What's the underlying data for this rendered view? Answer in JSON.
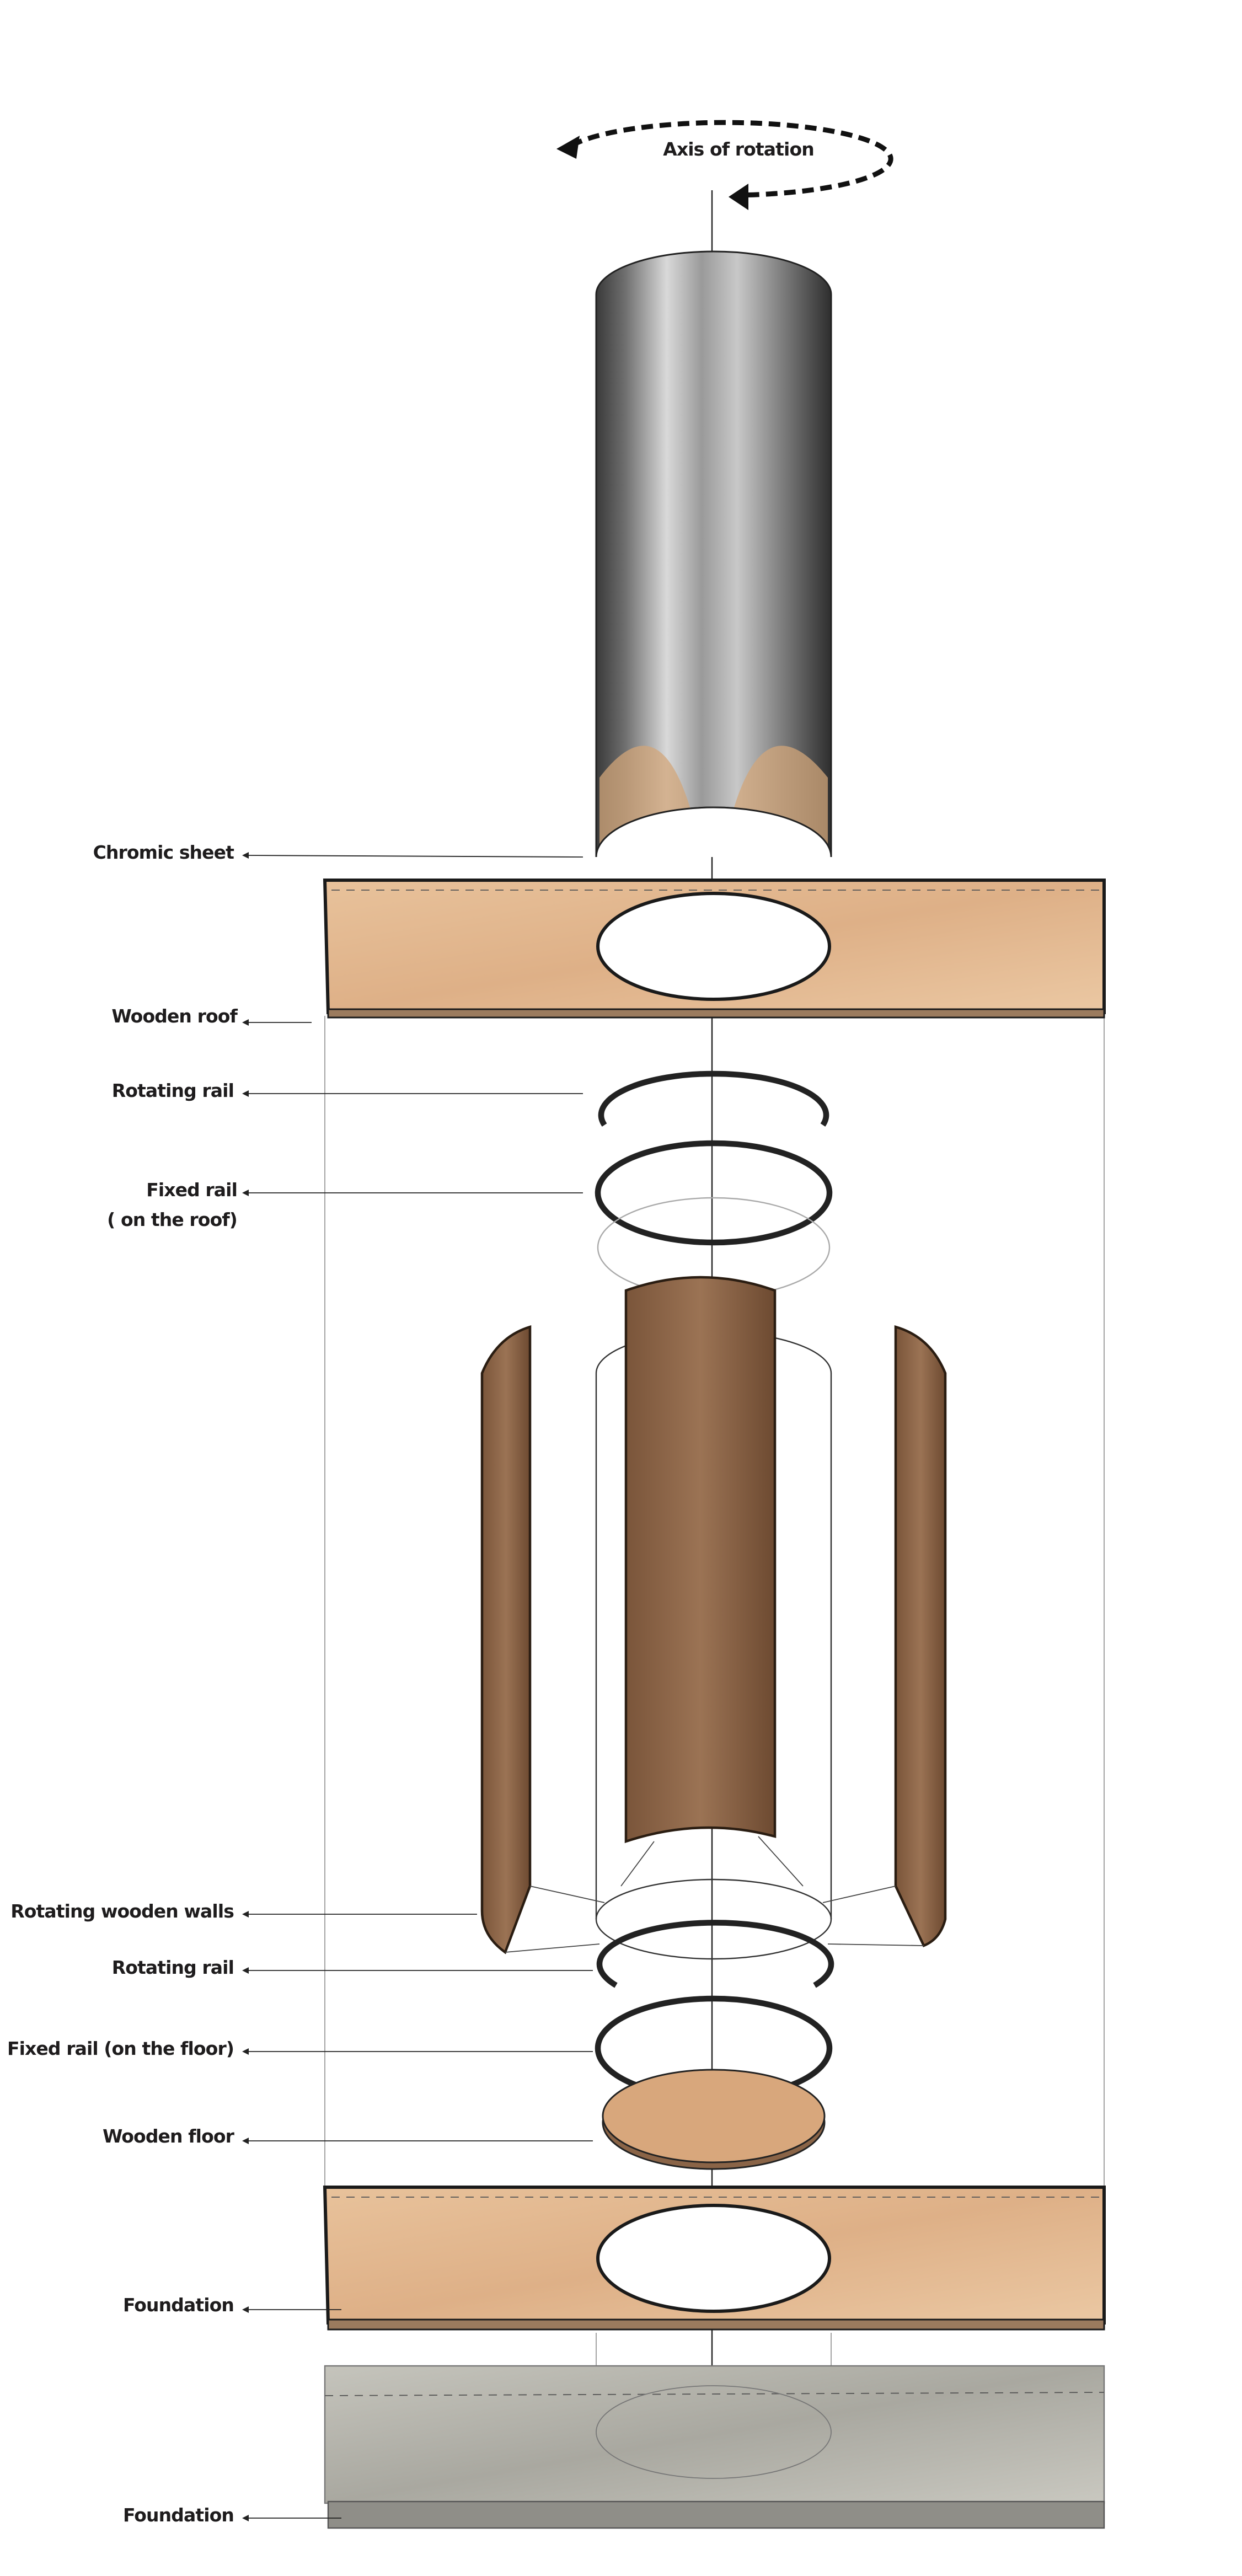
{
  "title": "Exploded axonometric diagram of rotating structure",
  "axis_label": "Axis of rotation",
  "labels": {
    "chromic_sheet": "Chromic  sheet",
    "wooden_roof": "Wooden roof",
    "rotating_rail_top": "Rotating rail",
    "fixed_rail_roof_1": "Fixed rail",
    "fixed_rail_roof_2": "( on the roof)",
    "rotating_walls": "Rotating wooden walls",
    "rotating_rail_bottom": "Rotating  rail",
    "fixed_rail_floor": "Fixed rail (on the floor)",
    "wooden_floor": "Wooden floor",
    "foundation_wood": "Foundation",
    "foundation_concrete": "Foundation"
  },
  "colors": {
    "wood": "#e3b88f",
    "wood_dark": "#8a6447",
    "chrome": "#8f8f8f",
    "concrete": "#b9b8b0",
    "text": "#1e1c1d"
  }
}
